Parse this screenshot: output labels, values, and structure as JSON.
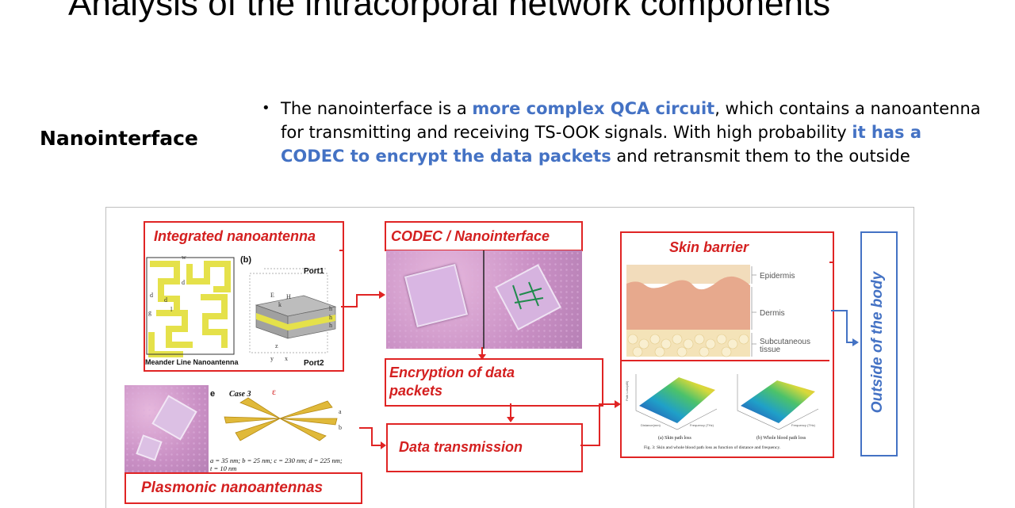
{
  "slide": {
    "title": "Analysis of the intracorporal network components",
    "section_label": "Nanointerface",
    "bullet": {
      "t1": "The nanointerface is a ",
      "h1": "more complex QCA circuit",
      "t2": ", which contains a nanoantenna for transmitting and receiving TS-OOK signals. With high probability ",
      "h2": "it has a CODEC to encrypt the data packets",
      "t3": " and retransmit them to the outside"
    }
  },
  "figure": {
    "integrated_nanoantenna": {
      "label": "Integrated nanoantenna",
      "panel_b": "(b)",
      "meander_caption": "Meander Line Nanoantenna",
      "port1": "Port1",
      "port2": "Port2",
      "dims": {
        "w": "w",
        "d1": "d",
        "d2": "d",
        "d3": "d",
        "g": "g",
        "l": "l"
      },
      "layers": {
        "h1": "h",
        "h2": "h",
        "h3": "h"
      },
      "axes": {
        "z": "z",
        "y": "y",
        "x": "x",
        "e": "E",
        "h": "H",
        "k": "k"
      }
    },
    "codec": {
      "label": "CODEC / Nanointerface"
    },
    "encryption": {
      "label": "Encryption of data packets"
    },
    "data_transmission": {
      "label": "Data transmission"
    },
    "plasmonic": {
      "label": "Plasmonic nanoantennas",
      "panel_e": "e",
      "case": "Case 3",
      "epsilon": "ε",
      "a": "a",
      "b": "b",
      "dims_caption": "a = 35 nm; b = 25 nm; c = 230 nm; d = 225 nm;",
      "dims_caption2": "t = 10 nm"
    },
    "skin_barrier": {
      "label": "Skin barrier",
      "layers": [
        "Epidermis",
        "Dermis",
        "Subcutaneous",
        "tissue"
      ],
      "plot_a": "(a) Skin path loss",
      "plot_b": "(b) Whole blood path loss",
      "caption": "Fig. 3: Skin and whole blood path loss as function of distance and frequency.",
      "freq_label": "Frequency (THz)",
      "dist_label": "Distance(mm)",
      "pl_label": "Path Loss(dB)"
    },
    "outside": {
      "label": "Outside of the body"
    },
    "colors": {
      "red": "#e02424",
      "blue": "#4472c4",
      "yellow": "#e5e14a"
    }
  }
}
